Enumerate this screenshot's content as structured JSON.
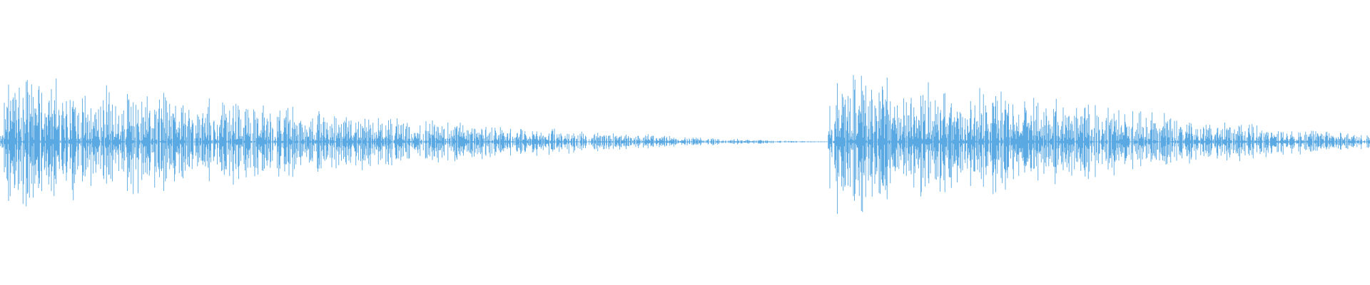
{
  "waveform": {
    "color": "#5aa9e2",
    "background": "#ffffff",
    "segments": [
      {
        "start": 0.0,
        "end": 0.604,
        "peak": 0.92,
        "floor": 0.006,
        "decay": 1.5,
        "seed": 17
      },
      {
        "start": 0.604,
        "end": 1.0,
        "peak": 1.0,
        "floor": 0.09,
        "decay": 1.15,
        "seed": 53
      }
    ]
  }
}
